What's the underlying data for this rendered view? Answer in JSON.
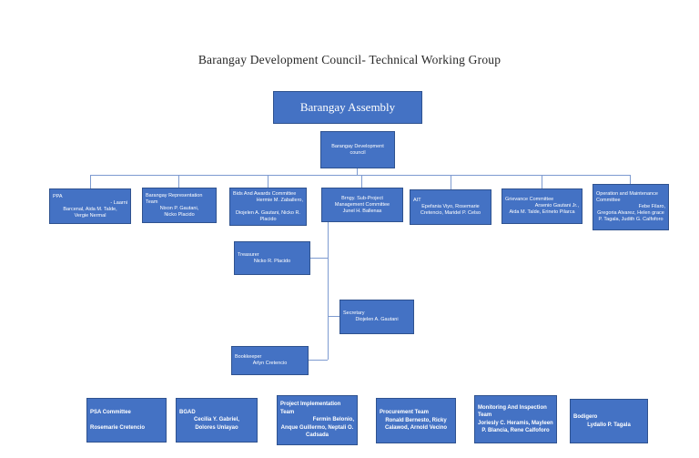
{
  "title": "Barangay Development Council- Technical Working Group",
  "colors": {
    "box_fill": "#4472C4",
    "box_border": "#2F528F",
    "connector": "#7D9AD0",
    "box_text": "#FFFFFF",
    "title_text": "#262626",
    "background": "#FFFFFF"
  },
  "boxes": {
    "assembly": {
      "label": "Barangay Assembly"
    },
    "development_council": {
      "lines": [
        {
          "t": "Barangay Development",
          "a": "center"
        },
        {
          "t": "council",
          "a": "center"
        }
      ]
    },
    "committees": [
      {
        "lines": [
          {
            "t": "PPA",
            "a": "left"
          },
          {
            "t": "- Laarni",
            "a": "right"
          },
          {
            "t": "Barcenal, Aida M. Talde,",
            "a": "center"
          },
          {
            "t": "Vergie Nermal",
            "a": "center"
          }
        ]
      },
      {
        "lines": [
          {
            "t": "Barangay Representation",
            "a": "left"
          },
          {
            "t": "Team",
            "a": "left"
          },
          {
            "t": "Nixon P. Gautani,",
            "a": "center"
          },
          {
            "t": "Nicko Placido",
            "a": "center"
          }
        ]
      },
      {
        "lines": [
          {
            "t": "Bids And Awards Committee",
            "a": "left"
          },
          {
            "t": "Hermie M. Zaballero,",
            "a": "right"
          },
          {
            "t": "",
            "a": "center"
          },
          {
            "t": "Diojelen A. Gautani, Nicko R.",
            "a": "center"
          },
          {
            "t": "Placido",
            "a": "center"
          }
        ]
      },
      {
        "lines": [
          {
            "t": "Brngy. Sub-Project",
            "a": "center"
          },
          {
            "t": "Management Committee",
            "a": "center"
          },
          {
            "t": "Junel H. Ballenas",
            "a": "center"
          }
        ]
      },
      {
        "lines": [
          {
            "t": "AIT",
            "a": "left"
          },
          {
            "t": "Epefania Viyo, Rosemarie",
            "a": "center"
          },
          {
            "t": "Cretencio, Maridel P. Celso",
            "a": "center"
          }
        ]
      },
      {
        "lines": [
          {
            "t": "Grievance Committee",
            "a": "left"
          },
          {
            "t": "Arsenio Gautani Jr.,",
            "a": "right"
          },
          {
            "t": "Aida M. Talde, Erineto Pilarca",
            "a": "center"
          }
        ]
      },
      {
        "lines": [
          {
            "t": "Operation and Maintenance",
            "a": "left"
          },
          {
            "t": "Committee",
            "a": "left"
          },
          {
            "t": "Febe Filaro,",
            "a": "right"
          },
          {
            "t": "Gregoria Alvarez, Helen grace",
            "a": "center"
          },
          {
            "t": "P. Tagala, Judith G. Calfoforo",
            "a": "center"
          }
        ]
      }
    ],
    "officers": [
      {
        "lines": [
          {
            "t": "Treasurer",
            "a": "left"
          },
          {
            "t": "Nicko R. Placido",
            "a": "center"
          }
        ]
      },
      {
        "lines": [
          {
            "t": "Secretary",
            "a": "left"
          },
          {
            "t": "Diojelen A. Gautani",
            "a": "center"
          }
        ]
      },
      {
        "lines": [
          {
            "t": "Bookkeeper",
            "a": "left"
          },
          {
            "t": "Arlyn Cretencio",
            "a": "center"
          }
        ]
      }
    ],
    "teams": [
      {
        "lines": [
          {
            "t": "PSA Committee",
            "a": "left"
          },
          {
            "t": "",
            "a": "left"
          },
          {
            "t": "Rosemarie Cretencio",
            "a": "left"
          }
        ]
      },
      {
        "lines": [
          {
            "t": "BGAD",
            "a": "left"
          },
          {
            "t": "Cecilia  Y. Gabriel,",
            "a": "center"
          },
          {
            "t": "Dolores Unlayao",
            "a": "center"
          }
        ]
      },
      {
        "lines": [
          {
            "t": "Project Implementation Team",
            "a": "left"
          },
          {
            "t": "Fermin Belonio,",
            "a": "right"
          },
          {
            "t": "Anque Guillermo, Neptali O.",
            "a": "center"
          },
          {
            "t": "Cadsada",
            "a": "center"
          }
        ]
      },
      {
        "lines": [
          {
            "t": "Procurement Team",
            "a": "left"
          },
          {
            "t": "Ronald Bernesto, Ricky",
            "a": "center"
          },
          {
            "t": "Calawod, Arnold Vecino",
            "a": "center"
          }
        ]
      },
      {
        "lines": [
          {
            "t": "Monitoring And Inspection",
            "a": "left"
          },
          {
            "t": "Team",
            "a": "left"
          },
          {
            "t": "Joriesly C. Heramis, Mayleen",
            "a": "left"
          },
          {
            "t": "P. Blancia,  Rene Calfoforo",
            "a": "center"
          }
        ]
      },
      {
        "lines": [
          {
            "t": "Bodigero",
            "a": "left"
          },
          {
            "t": "Lydallo P. Tagala",
            "a": "center"
          }
        ]
      }
    ]
  }
}
